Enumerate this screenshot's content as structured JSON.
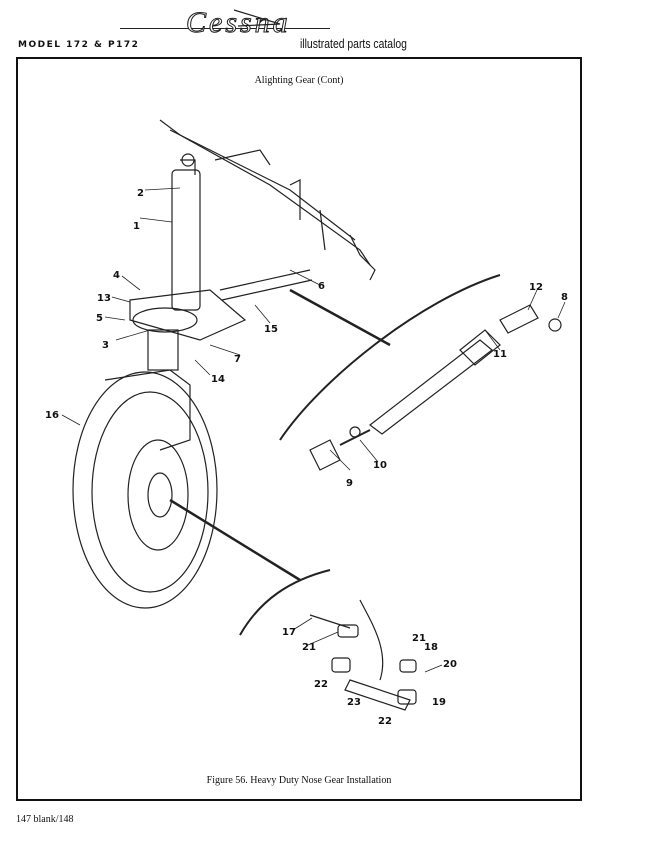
{
  "header": {
    "model": "MODEL 172 & P172",
    "brand": "Cessna",
    "catalog": "illustrated parts catalog"
  },
  "subtitle": "Alighting Gear (Cont)",
  "caption": "Figure 56.  Heavy Duty Nose Gear Installation",
  "page_number": "147 blank/148",
  "callouts": [
    "1",
    "2",
    "3",
    "4",
    "5",
    "6",
    "7",
    "8",
    "9",
    "10",
    "11",
    "12",
    "13",
    "14",
    "15",
    "16",
    "17",
    "18",
    "19",
    "20",
    "21",
    "21",
    "22",
    "22",
    "23"
  ]
}
